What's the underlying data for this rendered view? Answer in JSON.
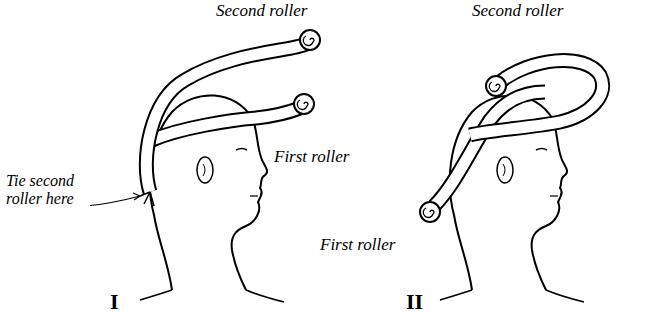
{
  "diagram": {
    "labels": [
      "Second roller",
      "First roller",
      "Tie second roller here",
      "I",
      "Second roller",
      "First roller",
      "II"
    ]
  }
}
